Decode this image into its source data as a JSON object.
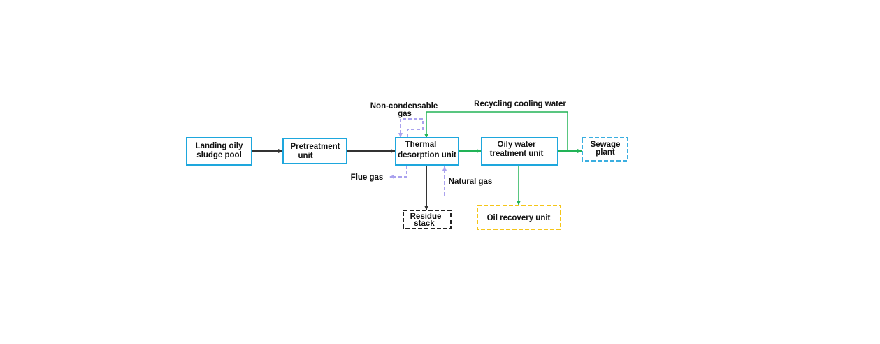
{
  "nodes": {
    "landing_pool": {
      "line1": "Landing oily",
      "line2": "sludge pool"
    },
    "pretreatment": {
      "line1": "Pretreatment",
      "line2": "unit"
    },
    "thermal": {
      "line1": "Thermal",
      "line2": "desorption unit"
    },
    "oily_water": {
      "line1": "Oily water",
      "line2": "treatment unit"
    },
    "sewage": {
      "line1": "Sewage",
      "line2": "plant"
    },
    "oil_recovery": {
      "line1": "Oil recovery unit"
    },
    "residue": {
      "line1": "Residue",
      "line2": "stack"
    }
  },
  "labels": {
    "non_condensable_1": "Non-condensable",
    "non_condensable_2": "gas",
    "recycling_cooling_water": "Recycling cooling water",
    "flue_gas": "Flue gas",
    "natural_gas": "Natural gas"
  },
  "colors": {
    "solid_box_border": "#1ea7dd",
    "dashed_blue": "#3aaee0",
    "dashed_yellow": "#f5c518",
    "dashed_black": "#222222",
    "flow_black": "#333333",
    "flow_green": "#22b357",
    "flow_purple": "#aaa2ee"
  }
}
